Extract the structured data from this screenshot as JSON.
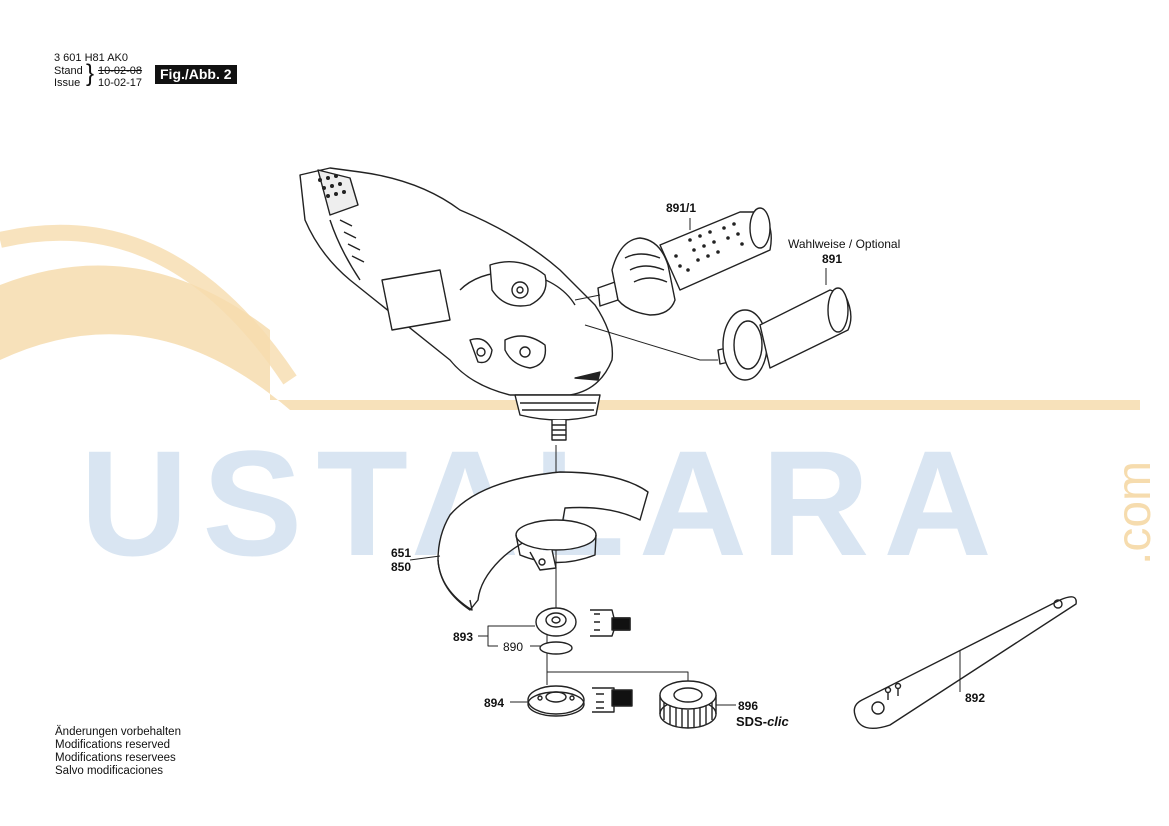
{
  "header": {
    "doc_number": "3 601 H81 AK0",
    "stand_label": "Stand",
    "issue_label": "Issue",
    "stand_date": "10-02-08",
    "issue_date": "10-02-17",
    "figure_label": "Fig./Abb. 2"
  },
  "watermark": {
    "text": "USTALARA",
    "suffix": ".com",
    "colors": {
      "blue": "#d5e3f1",
      "orange": "#f6dcae"
    }
  },
  "parts": {
    "p891_1": "891/1",
    "optional_label": "Wahlweise / Optional",
    "p891": "891",
    "p651": "651",
    "p850": "850",
    "p893": "893",
    "p890": "890",
    "p894": "894",
    "p896": "896",
    "sds_prefix": "SDS-",
    "sds_suffix": "clic",
    "p892": "892"
  },
  "notes": [
    "Änderungen vorbehalten",
    "Modifications reserved",
    "Modifications reservees",
    "Salvo modificaciones"
  ]
}
